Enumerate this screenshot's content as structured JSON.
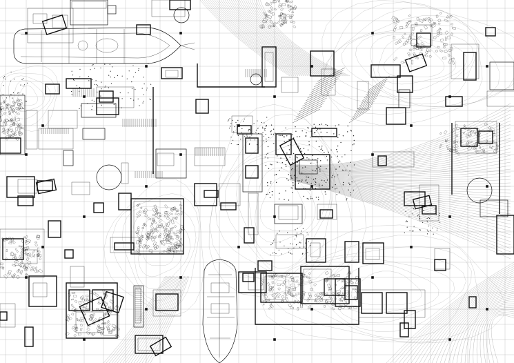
{
  "drawing": {
    "type": "architectural-collage-plan",
    "text_labels": [],
    "background": "#ffffff",
    "ink": "#111111",
    "light_ink": "#9a9a9a"
  },
  "layers": {
    "grid": "structural-grid",
    "ship_plans": "ship-plan",
    "buildings": "building-footprint",
    "circles": "circular-room",
    "stairs": "stair-hatching",
    "contours": "terrain-contours",
    "scatter": "furniture-scatter",
    "crowd_clusters": "dense-figure-cluster",
    "pathways": "converging-path-lines",
    "markers": "column-marker"
  }
}
